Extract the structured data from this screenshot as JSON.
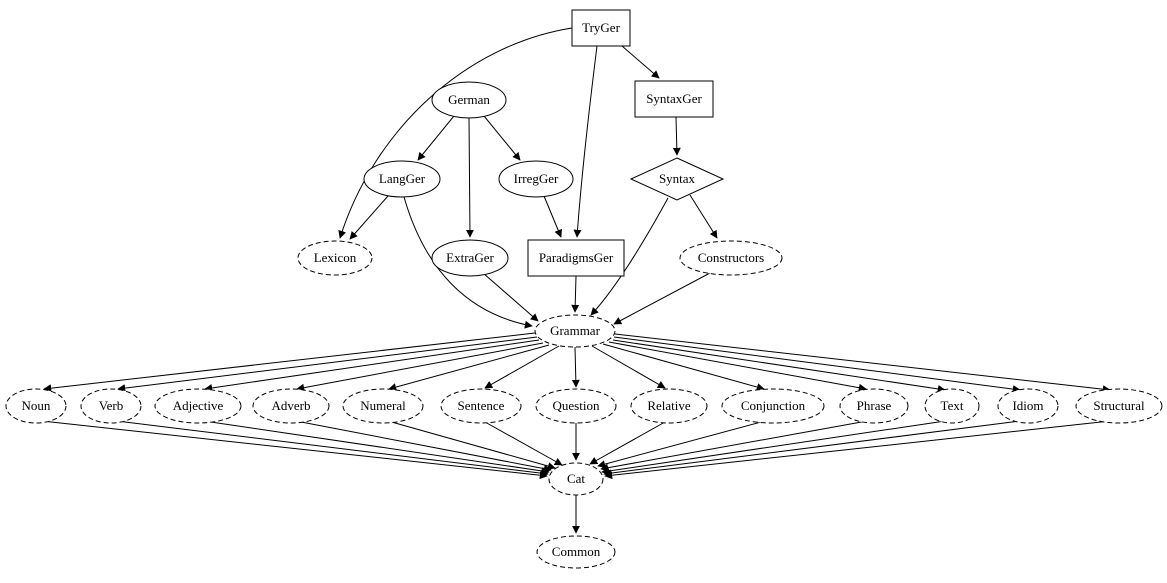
{
  "diagram": {
    "type": "module-dependency-graph",
    "background_color": "#ffffff",
    "stroke_color": "#000000",
    "nodes": [
      {
        "id": "TryGer",
        "label": "TryGer",
        "shape": "box",
        "style": "solid"
      },
      {
        "id": "SyntaxGer",
        "label": "SyntaxGer",
        "shape": "box",
        "style": "solid"
      },
      {
        "id": "German",
        "label": "German",
        "shape": "ellipse",
        "style": "solid"
      },
      {
        "id": "LangGer",
        "label": "LangGer",
        "shape": "ellipse",
        "style": "solid"
      },
      {
        "id": "IrregGer",
        "label": "IrregGer",
        "shape": "ellipse",
        "style": "solid"
      },
      {
        "id": "Syntax",
        "label": "Syntax",
        "shape": "diamond",
        "style": "solid"
      },
      {
        "id": "Lexicon",
        "label": "Lexicon",
        "shape": "ellipse",
        "style": "dashed"
      },
      {
        "id": "ExtraGer",
        "label": "ExtraGer",
        "shape": "ellipse",
        "style": "solid"
      },
      {
        "id": "ParadigmsGer",
        "label": "ParadigmsGer",
        "shape": "box",
        "style": "solid"
      },
      {
        "id": "Constructors",
        "label": "Constructors",
        "shape": "ellipse",
        "style": "dashed"
      },
      {
        "id": "Grammar",
        "label": "Grammar",
        "shape": "ellipse",
        "style": "dashed"
      },
      {
        "id": "Noun",
        "label": "Noun",
        "shape": "ellipse",
        "style": "dashed"
      },
      {
        "id": "Verb",
        "label": "Verb",
        "shape": "ellipse",
        "style": "dashed"
      },
      {
        "id": "Adjective",
        "label": "Adjective",
        "shape": "ellipse",
        "style": "dashed"
      },
      {
        "id": "Adverb",
        "label": "Adverb",
        "shape": "ellipse",
        "style": "dashed"
      },
      {
        "id": "Numeral",
        "label": "Numeral",
        "shape": "ellipse",
        "style": "dashed"
      },
      {
        "id": "Sentence",
        "label": "Sentence",
        "shape": "ellipse",
        "style": "dashed"
      },
      {
        "id": "Question",
        "label": "Question",
        "shape": "ellipse",
        "style": "dashed"
      },
      {
        "id": "Relative",
        "label": "Relative",
        "shape": "ellipse",
        "style": "dashed"
      },
      {
        "id": "Conjunction",
        "label": "Conjunction",
        "shape": "ellipse",
        "style": "dashed"
      },
      {
        "id": "Phrase",
        "label": "Phrase",
        "shape": "ellipse",
        "style": "dashed"
      },
      {
        "id": "Text",
        "label": "Text",
        "shape": "ellipse",
        "style": "dashed"
      },
      {
        "id": "Idiom",
        "label": "Idiom",
        "shape": "ellipse",
        "style": "dashed"
      },
      {
        "id": "Structural",
        "label": "Structural",
        "shape": "ellipse",
        "style": "dashed"
      },
      {
        "id": "Cat",
        "label": "Cat",
        "shape": "ellipse",
        "style": "dashed"
      },
      {
        "id": "Common",
        "label": "Common",
        "shape": "ellipse",
        "style": "dashed"
      }
    ],
    "edges": [
      {
        "from": "TryGer",
        "to": "SyntaxGer"
      },
      {
        "from": "TryGer",
        "to": "ParadigmsGer"
      },
      {
        "from": "TryGer",
        "to": "Lexicon"
      },
      {
        "from": "German",
        "to": "LangGer"
      },
      {
        "from": "German",
        "to": "IrregGer"
      },
      {
        "from": "German",
        "to": "ExtraGer"
      },
      {
        "from": "LangGer",
        "to": "Lexicon"
      },
      {
        "from": "LangGer",
        "to": "Grammar"
      },
      {
        "from": "IrregGer",
        "to": "ParadigmsGer"
      },
      {
        "from": "SyntaxGer",
        "to": "Syntax"
      },
      {
        "from": "Syntax",
        "to": "Grammar"
      },
      {
        "from": "Syntax",
        "to": "Constructors"
      },
      {
        "from": "ExtraGer",
        "to": "Grammar"
      },
      {
        "from": "ParadigmsGer",
        "to": "Grammar"
      },
      {
        "from": "Constructors",
        "to": "Grammar"
      },
      {
        "from": "Grammar",
        "to": "Noun"
      },
      {
        "from": "Grammar",
        "to": "Verb"
      },
      {
        "from": "Grammar",
        "to": "Adjective"
      },
      {
        "from": "Grammar",
        "to": "Adverb"
      },
      {
        "from": "Grammar",
        "to": "Numeral"
      },
      {
        "from": "Grammar",
        "to": "Sentence"
      },
      {
        "from": "Grammar",
        "to": "Question"
      },
      {
        "from": "Grammar",
        "to": "Relative"
      },
      {
        "from": "Grammar",
        "to": "Conjunction"
      },
      {
        "from": "Grammar",
        "to": "Phrase"
      },
      {
        "from": "Grammar",
        "to": "Text"
      },
      {
        "from": "Grammar",
        "to": "Idiom"
      },
      {
        "from": "Grammar",
        "to": "Structural"
      },
      {
        "from": "Noun",
        "to": "Cat"
      },
      {
        "from": "Verb",
        "to": "Cat"
      },
      {
        "from": "Adjective",
        "to": "Cat"
      },
      {
        "from": "Adverb",
        "to": "Cat"
      },
      {
        "from": "Numeral",
        "to": "Cat"
      },
      {
        "from": "Sentence",
        "to": "Cat"
      },
      {
        "from": "Question",
        "to": "Cat"
      },
      {
        "from": "Relative",
        "to": "Cat"
      },
      {
        "from": "Conjunction",
        "to": "Cat"
      },
      {
        "from": "Phrase",
        "to": "Cat"
      },
      {
        "from": "Text",
        "to": "Cat"
      },
      {
        "from": "Idiom",
        "to": "Cat"
      },
      {
        "from": "Structural",
        "to": "Cat"
      },
      {
        "from": "Cat",
        "to": "Common"
      }
    ]
  }
}
